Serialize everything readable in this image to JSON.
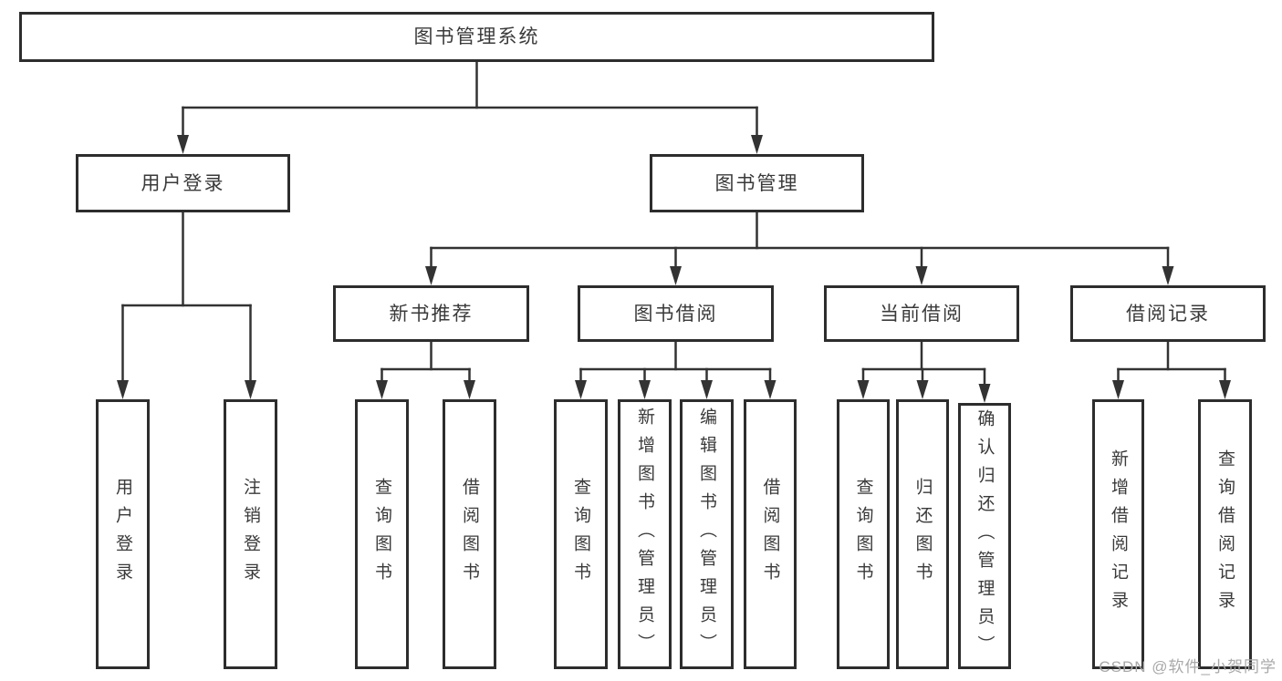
{
  "diagram": {
    "title": "图书管理系统",
    "colors": {
      "line": "#333333",
      "box_border": "#2d2d2d",
      "text": "#3a3a3a",
      "background": "#ffffff",
      "watermark": "#a9a9a9"
    },
    "nodes": [
      {
        "id": "root",
        "label": "图书管理系统",
        "parent": null,
        "orientation": "horizontal"
      },
      {
        "id": "user-login",
        "label": "用户登录",
        "parent": "root",
        "orientation": "horizontal"
      },
      {
        "id": "book-mgmt",
        "label": "图书管理",
        "parent": "root",
        "orientation": "horizontal"
      },
      {
        "id": "new-book-rec",
        "label": "新书推荐",
        "parent": "book-mgmt",
        "orientation": "horizontal"
      },
      {
        "id": "book-borrowing",
        "label": "图书借阅",
        "parent": "book-mgmt",
        "orientation": "horizontal"
      },
      {
        "id": "current-borrowing",
        "label": "当前借阅",
        "parent": "book-mgmt",
        "orientation": "horizontal"
      },
      {
        "id": "borrowing-records",
        "label": "借阅记录",
        "parent": "book-mgmt",
        "orientation": "horizontal"
      },
      {
        "id": "leaf-user-login",
        "label": "用户登录",
        "parent": "user-login",
        "orientation": "vertical"
      },
      {
        "id": "leaf-logout",
        "label": "注销登录",
        "parent": "user-login",
        "orientation": "vertical"
      },
      {
        "id": "leaf-nbr-query",
        "label": "查询图书",
        "parent": "new-book-rec",
        "orientation": "vertical"
      },
      {
        "id": "leaf-nbr-borrow",
        "label": "借阅图书",
        "parent": "new-book-rec",
        "orientation": "vertical"
      },
      {
        "id": "leaf-bb-query",
        "label": "查询图书",
        "parent": "book-borrowing",
        "orientation": "vertical"
      },
      {
        "id": "leaf-bb-add",
        "label": "新增图书（管理员）",
        "parent": "book-borrowing",
        "orientation": "vertical"
      },
      {
        "id": "leaf-bb-edit",
        "label": "编辑图书（管理员）",
        "parent": "book-borrowing",
        "orientation": "vertical"
      },
      {
        "id": "leaf-bb-borrow",
        "label": "借阅图书",
        "parent": "book-borrowing",
        "orientation": "vertical"
      },
      {
        "id": "leaf-cb-query",
        "label": "查询图书",
        "parent": "current-borrowing",
        "orientation": "vertical"
      },
      {
        "id": "leaf-cb-return",
        "label": "归还图书",
        "parent": "current-borrowing",
        "orientation": "vertical"
      },
      {
        "id": "leaf-cb-confirm",
        "label": "确认归还（管理员）",
        "parent": "current-borrowing",
        "orientation": "vertical"
      },
      {
        "id": "leaf-br-add",
        "label": "新增借阅记录",
        "parent": "borrowing-records",
        "orientation": "vertical"
      },
      {
        "id": "leaf-br-query",
        "label": "查询借阅记录",
        "parent": "borrowing-records",
        "orientation": "vertical"
      }
    ]
  },
  "watermark": {
    "text": "CSDN @软件_小贺同学"
  }
}
